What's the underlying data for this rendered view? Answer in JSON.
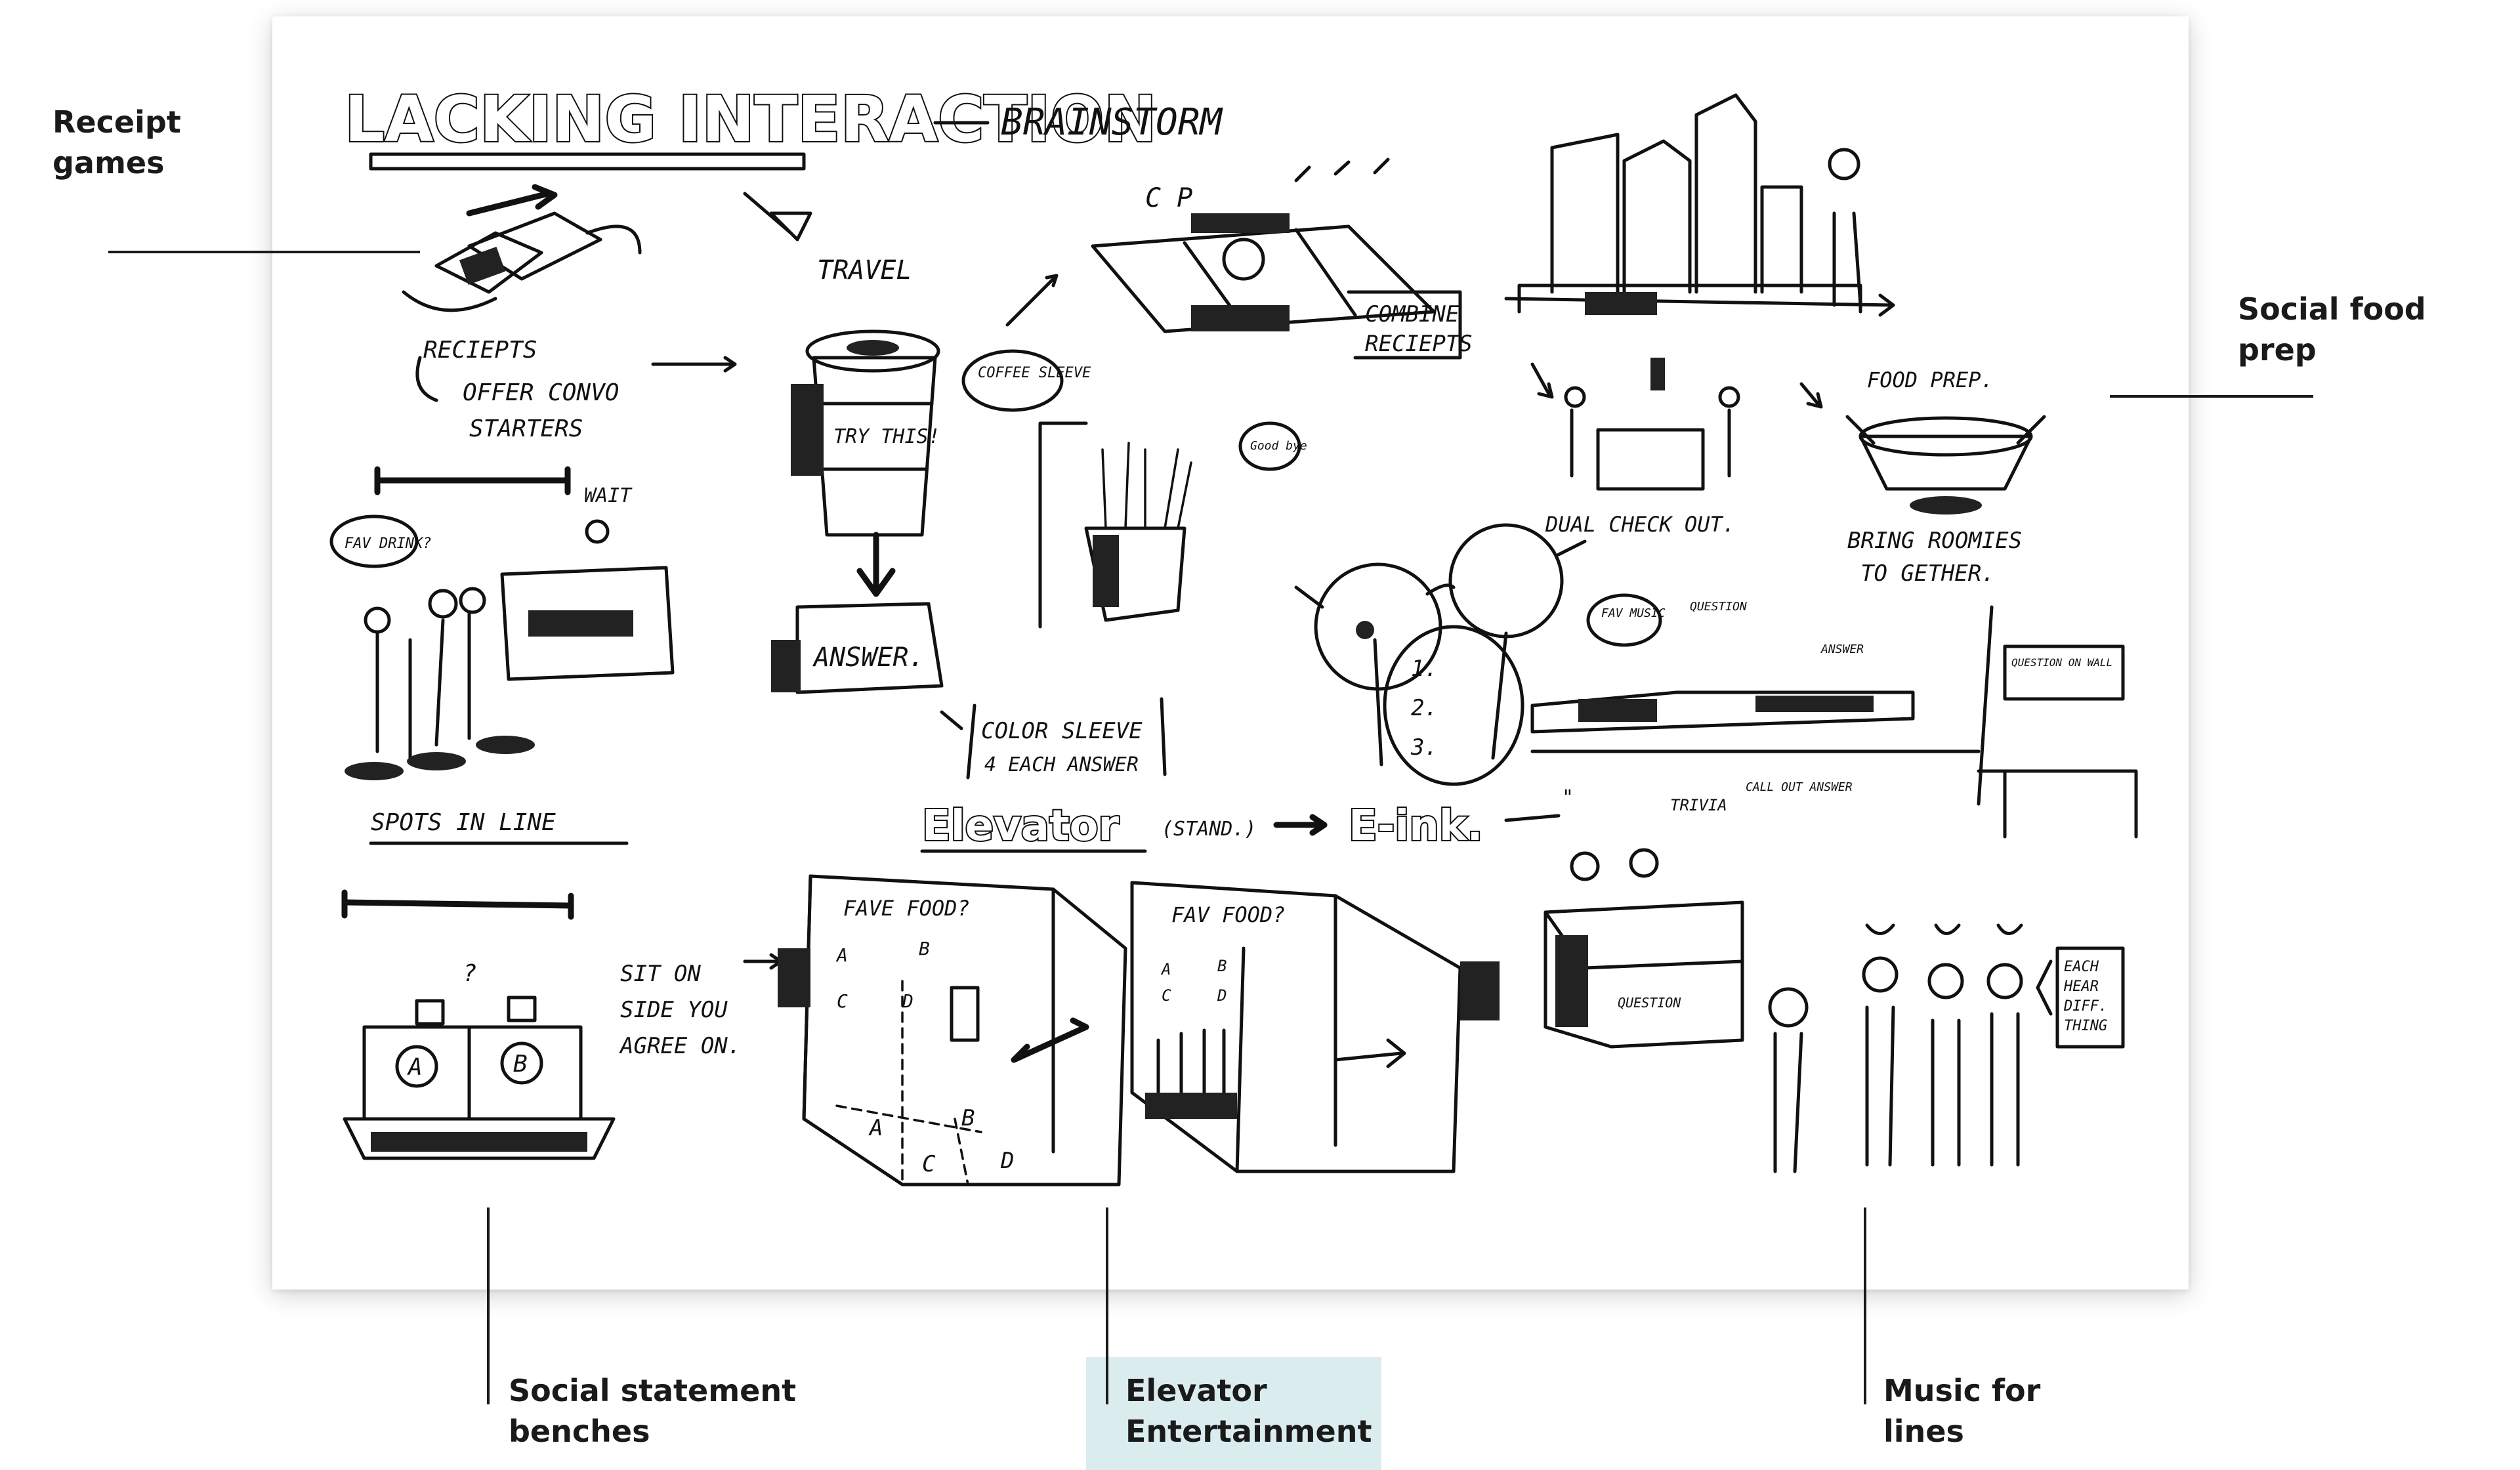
{
  "sketch": {
    "title": "LACKING INTERACTION",
    "subtitle": "BRAINSTORM",
    "notes": {
      "travel": "TRAVEL",
      "receipts": "RECIEPTS",
      "offer_convo": "OFFER CONVO",
      "starters": "STARTERS",
      "coffee_sleeve": "COFFEE SLEEVE",
      "try_this": "TRY THIS!",
      "answer": "ANSWER.",
      "color_sleeve": "COLOR SLEEVE",
      "each_answer": "4 EACH ANSWER",
      "combine_receipts_1": "COMBINE",
      "combine_receipts_2": "RECIEPTS",
      "good_bye": "Good bye",
      "wait": "WAIT",
      "fav_drink": "FAV DRINK?",
      "spots_in_line": "SPOTS IN LINE",
      "dual_checkout": "DUAL CHECK OUT.",
      "food_prep": "FOOD PREP.",
      "bring_roomies_1": "BRING ROOMIES",
      "bring_roomies_2": "TO GETHER.",
      "fav_music": "FAV MUSIC",
      "question": "QUESTION",
      "answer_2": "ANSWER",
      "call_out_answer": "CALL OUT ANSWER",
      "question_on_wall": "QUESTION ON WALL",
      "elevator": "Elevator",
      "stand": "(STAND.)",
      "e_ink": "E-ink.",
      "trivia": "TRIVIA",
      "sit_on_1": "SIT ON",
      "sit_on_2": "SIDE YOU",
      "sit_on_3": "AGREE ON.",
      "fave_food": "FAVE FOOD?",
      "fav_food": "FAV FOOD?",
      "each_hear_1": "EACH",
      "each_hear_2": "HEAR",
      "each_hear_3": "DIFF.",
      "each_hear_4": "THING",
      "q_mark": "?",
      "seat_a": "A",
      "seat_b": "B",
      "opt_a": "A",
      "opt_b": "B",
      "opt_c": "C",
      "opt_d": "D",
      "list_1": "1.",
      "list_2": "2.",
      "list_3": "3."
    }
  },
  "callouts": {
    "receipt_games": [
      "Receipt",
      "games"
    ],
    "social_food_prep": [
      "Social food",
      "prep"
    ],
    "social_statement_benches": [
      "Social statement",
      "benches"
    ],
    "elevator_entertainment": [
      "Elevator",
      "Entertainment"
    ],
    "music_for_lines": [
      "Music for",
      "lines"
    ]
  },
  "colors": {
    "ink": "#111111",
    "highlight": "#dbecef",
    "label": "#1a1a1a"
  }
}
